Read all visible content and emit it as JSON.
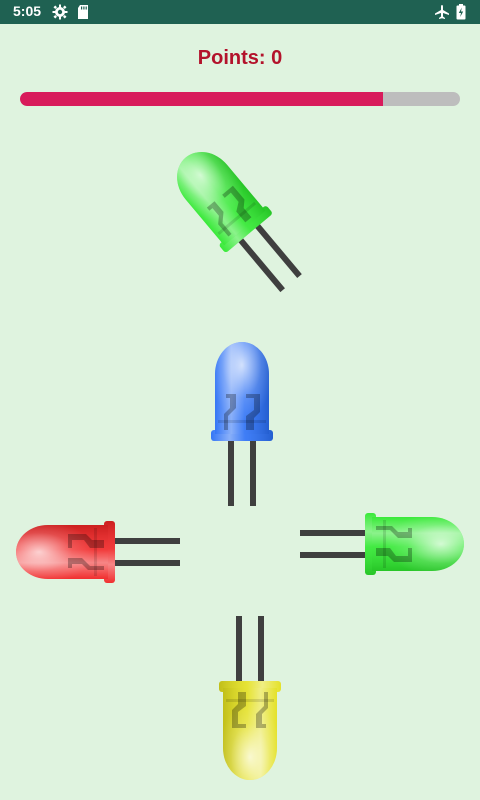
{
  "status_bar": {
    "time": "5:05",
    "icons_left": [
      "settings-icon",
      "sd-card-icon"
    ],
    "icons_right": [
      "airplane-mode-icon",
      "battery-charging-icon"
    ]
  },
  "game": {
    "points_label": "Points: 0",
    "timer_progress": 0.825,
    "colors": {
      "timer_fill": "#d81b5b",
      "timer_track": "#bdbdbd",
      "points_text": "#b3122b",
      "background": "#dff3df"
    },
    "leds": [
      {
        "id": "top-green",
        "color": "green",
        "hex": "#2ee82e"
      },
      {
        "id": "center-blue",
        "color": "blue",
        "hex": "#2a6ff5"
      },
      {
        "id": "left-red",
        "color": "red",
        "hex": "#f02424"
      },
      {
        "id": "right-green",
        "color": "green",
        "hex": "#2ee82e"
      },
      {
        "id": "bottom-yellow",
        "color": "yellow",
        "hex": "#e3e01e"
      }
    ]
  }
}
